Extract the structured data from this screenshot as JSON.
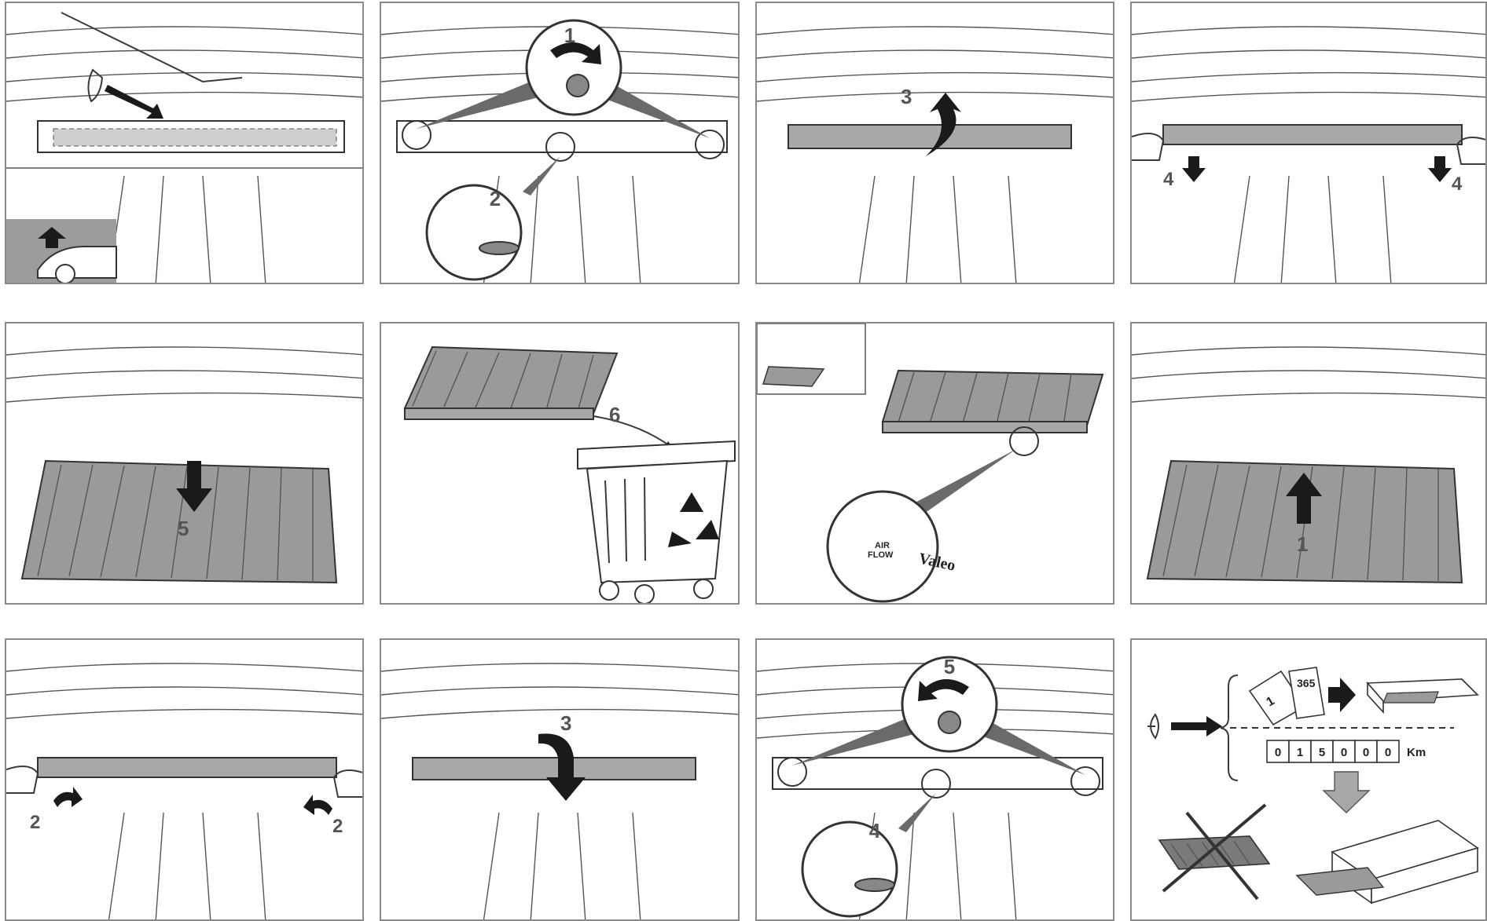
{
  "steps": {
    "p2_a": "1",
    "p2_b": "2",
    "p3": "3",
    "p4_left": "4",
    "p4_right": "4",
    "p5": "5",
    "p6": "6",
    "p8": "1",
    "p9_left": "2",
    "p9_right": "2",
    "p10": "3",
    "p11_a": "5",
    "p11_b": "4"
  },
  "label": {
    "air": "AIR",
    "flow": "FLOW",
    "brand": "Valeo"
  },
  "maintenance": {
    "calendar_first": "1",
    "calendar_last": "365",
    "odometer_digits": [
      "0",
      "1",
      "5",
      "0",
      "0",
      "0"
    ],
    "odometer_unit": "Km"
  },
  "colors": {
    "ink": "#1a1a1a",
    "gray": "#a8a8a8",
    "frame": "#8a8a8a"
  }
}
